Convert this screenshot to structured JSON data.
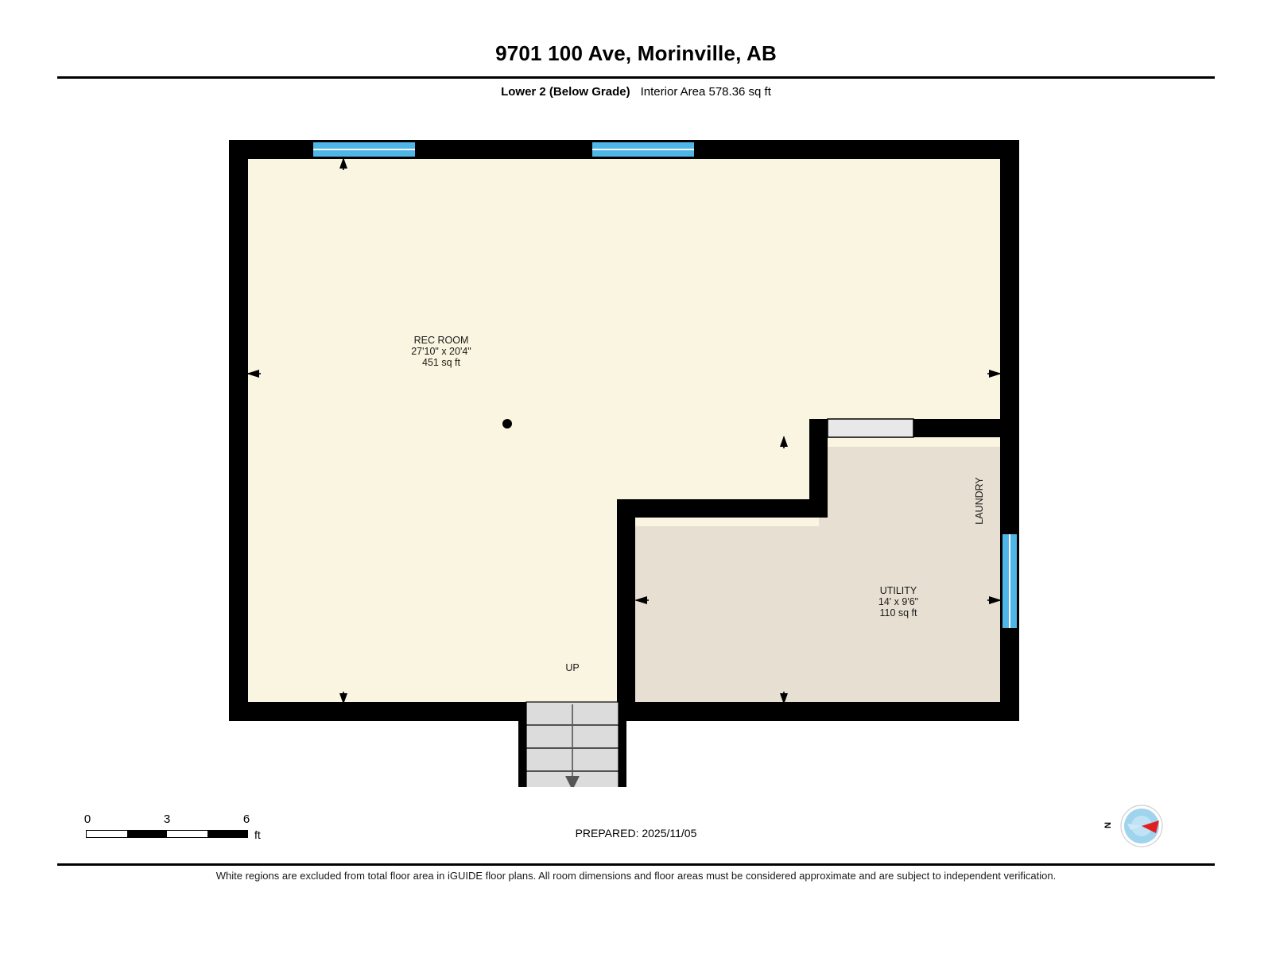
{
  "header": {
    "title": "9701 100 Ave, Morinville, AB",
    "floor_name": "Lower 2 (Below Grade)",
    "area_text": "Interior Area 578.36 sq ft"
  },
  "plan": {
    "rooms": [
      {
        "name": "REC ROOM",
        "dimensions": "27'10\" x 20'4\"",
        "area": "451 sq ft",
        "fill": "#FAF5E0"
      },
      {
        "name": "UTILITY",
        "dimensions": "14' x 9'6\"",
        "area": "110 sq ft",
        "fill": "#E6DFD2"
      },
      {
        "name": "LAUNDRY",
        "dimensions": "",
        "area": "",
        "fill": "#E6DFD2"
      }
    ],
    "stairs_label": "UP",
    "colors": {
      "wall": "#000000",
      "window": "#4FB6E8",
      "rec_room_fill": "#FAF5E0",
      "utility_fill": "#E6DFD2",
      "door_fill": "#E8E8E8",
      "stair_fill": "#DCDCDC"
    }
  },
  "scale": {
    "ticks": [
      "0",
      "3",
      "6"
    ],
    "unit": "ft"
  },
  "prepared": "PREPARED: 2025/11/05",
  "compass": {
    "label": "N"
  },
  "disclaimer": "White regions are excluded from total floor area in iGUIDE floor plans. All room dimensions and floor areas must be considered approximate and are subject to independent verification."
}
